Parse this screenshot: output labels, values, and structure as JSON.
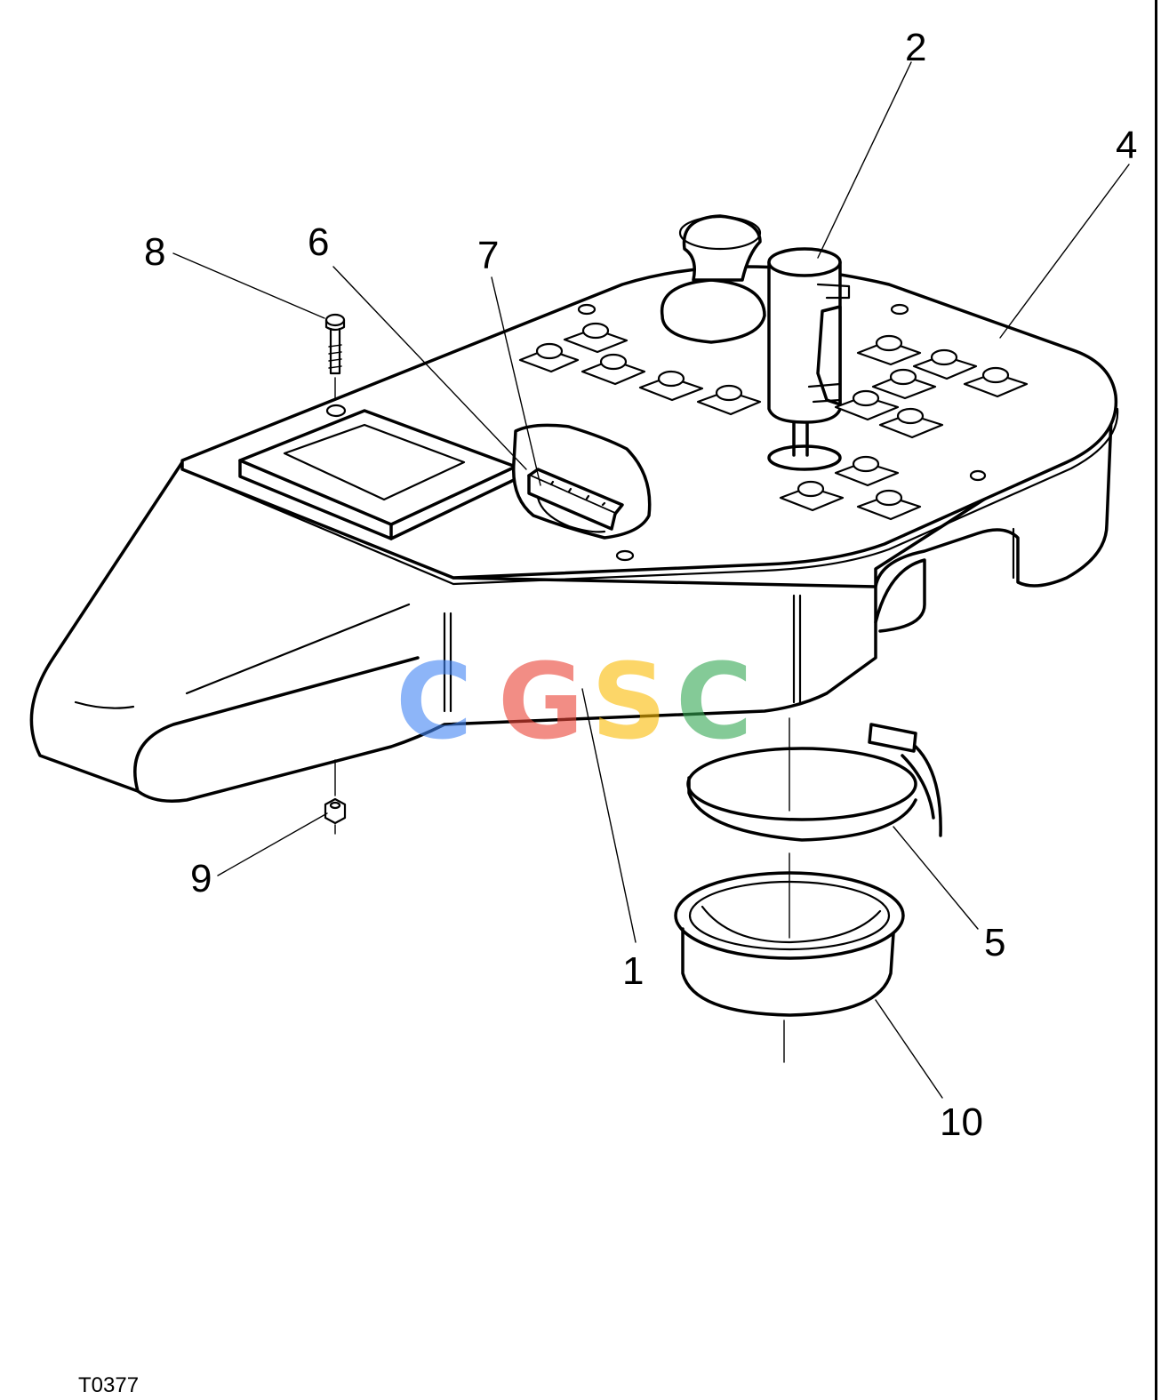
{
  "callouts": [
    {
      "id": "c1",
      "label": "1"
    },
    {
      "id": "c2",
      "label": "2"
    },
    {
      "id": "c4",
      "label": "4"
    },
    {
      "id": "c5",
      "label": "5"
    },
    {
      "id": "c6",
      "label": "6"
    },
    {
      "id": "c7",
      "label": "7"
    },
    {
      "id": "c8",
      "label": "8"
    },
    {
      "id": "c9",
      "label": "9"
    },
    {
      "id": "c10",
      "label": "10"
    }
  ],
  "reference_code": "T0377",
  "watermark": {
    "letters": [
      "C",
      "G",
      "S",
      "C"
    ],
    "colors": [
      "#4285f4",
      "#ea4335",
      "#fbbc05",
      "#34a853"
    ]
  }
}
